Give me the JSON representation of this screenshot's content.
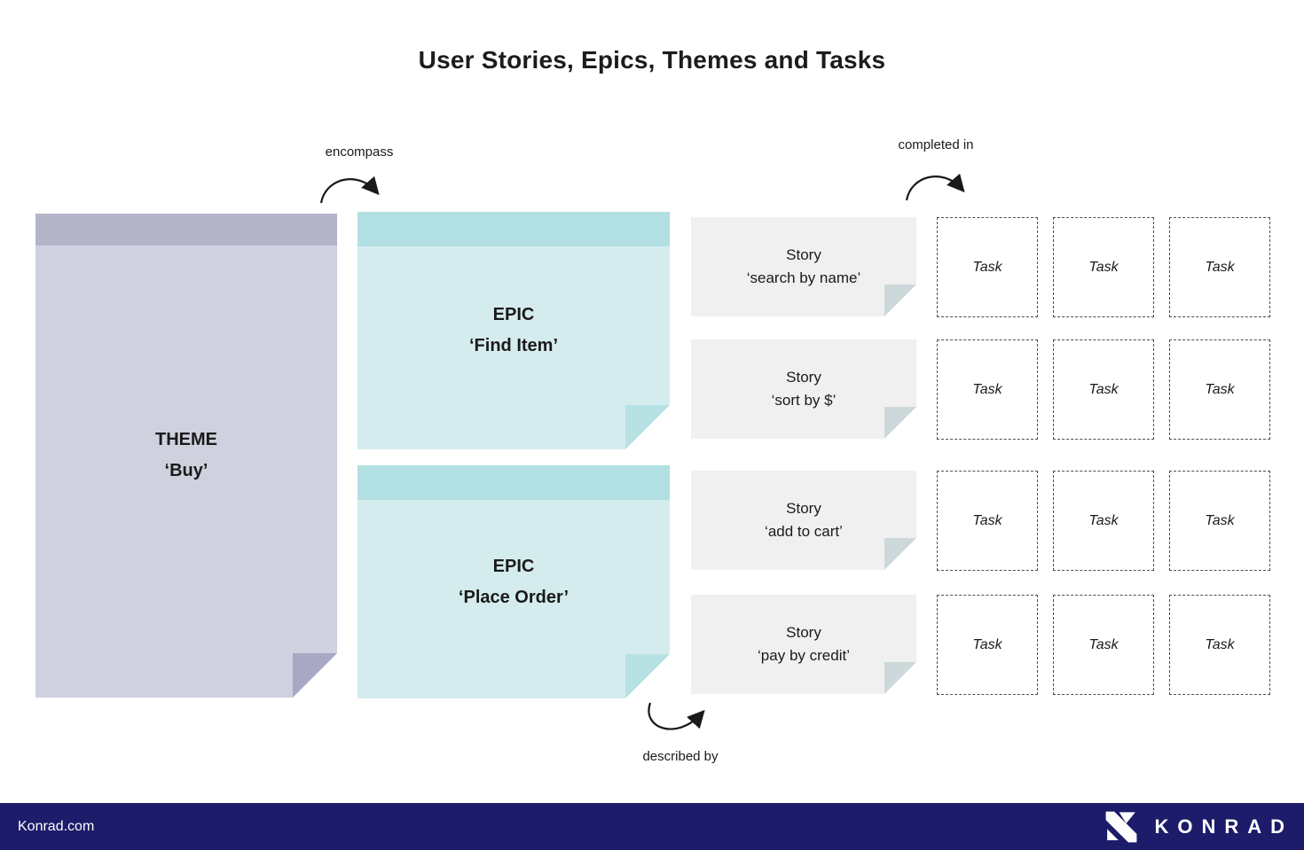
{
  "page": {
    "title": "User Stories, Epics, Themes and Tasks"
  },
  "annotations": {
    "encompass": "encompass",
    "completed_in": "completed in",
    "described_by": "described by"
  },
  "theme": {
    "kind": "THEME",
    "name": "‘Buy’"
  },
  "epics": [
    {
      "kind": "EPIC",
      "name": "‘Find Item’"
    },
    {
      "kind": "EPIC",
      "name": "‘Place Order’"
    }
  ],
  "stories": [
    {
      "kind": "Story",
      "name": "‘search by name’"
    },
    {
      "kind": "Story",
      "name": "‘sort by $’"
    },
    {
      "kind": "Story",
      "name": "‘add to cart’"
    },
    {
      "kind": "Story",
      "name": "‘pay by credit’"
    }
  ],
  "tasks": {
    "label": "Task",
    "rows": 4,
    "cols": 3,
    "count": 12
  },
  "footer": {
    "site": "Konrad.com",
    "brand": "KONRAD"
  },
  "colors": {
    "theme-header": "#b4b4c9",
    "theme-body": "#d0d1df",
    "theme-fold": "#a8a8c4",
    "epic-header": "#b2e0e2",
    "epic-body": "#d5ecee",
    "epic-fold": "#b7e2e4",
    "story-body": "#f0f0f0",
    "story-fold": "#ccd8d9",
    "task-border": "#4d4d4d",
    "footer-bg": "#1d1c6b",
    "ink": "#1a1a1a"
  }
}
